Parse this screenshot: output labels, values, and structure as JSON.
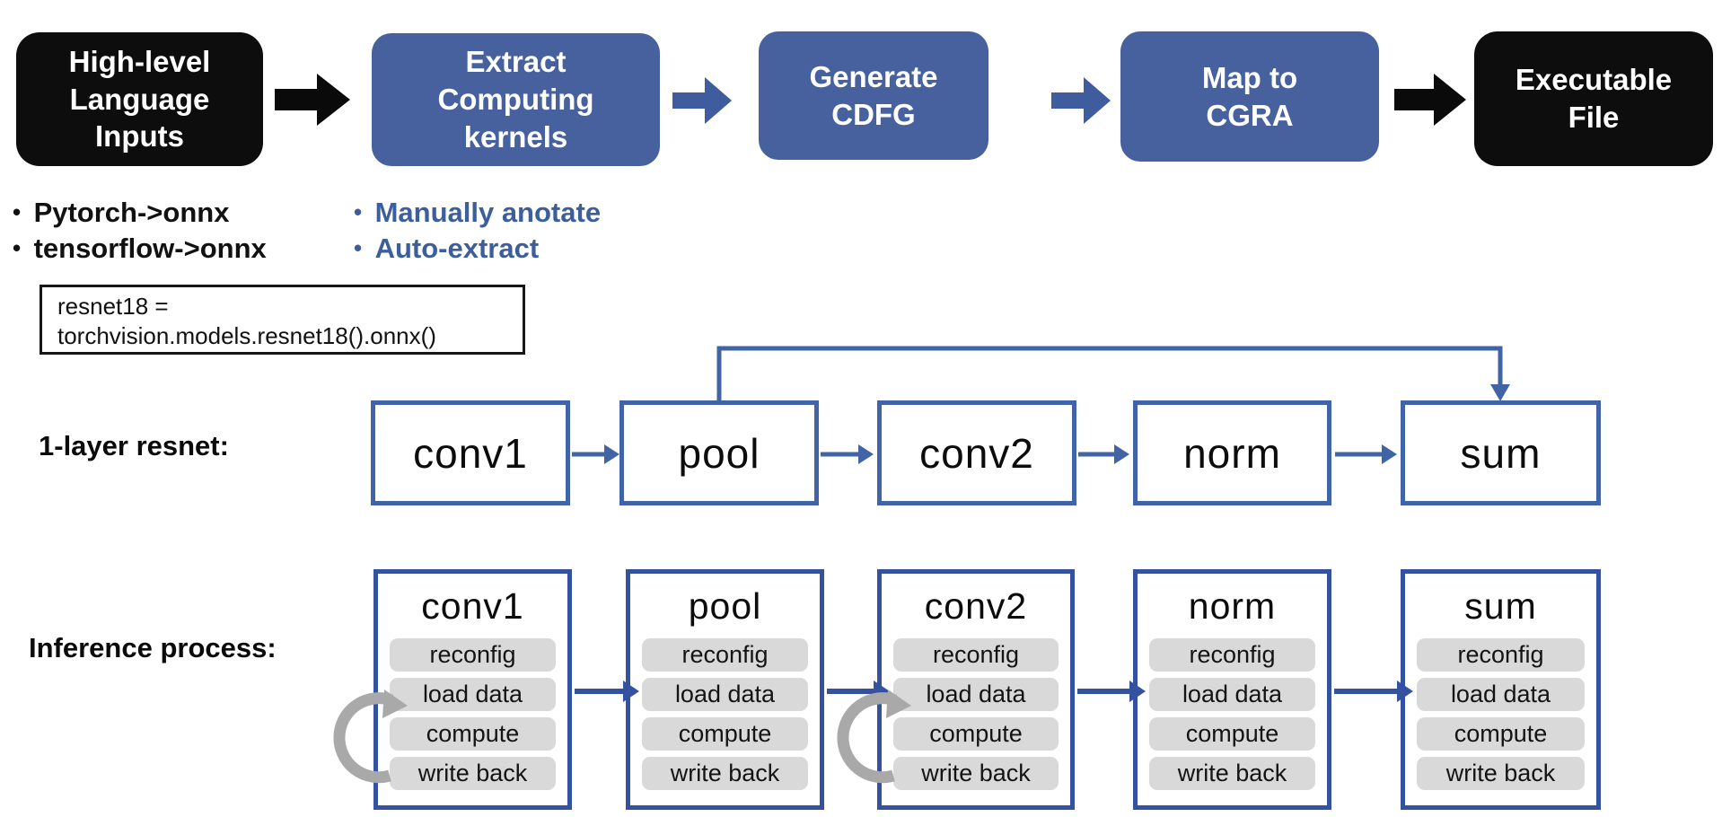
{
  "title": "CGRA compilation flow diagram",
  "colors": {
    "box-black": "#0d0d0d",
    "box-blue": "#47619e",
    "arrow-blue": "#3e5c9e",
    "line-blue": "#4164a6",
    "border-blue": "#3552a0",
    "pill-gray": "#d9d9d9",
    "loop-gray": "#a9a9a9",
    "bullet-blue": "#3c5f9b",
    "text-black": "#111111"
  },
  "pipeline": {
    "steps": [
      {
        "label": "High-level\nLanguage\nInputs",
        "variant": "black"
      },
      {
        "label": "Extract\nComputing\nkernels",
        "variant": "blue"
      },
      {
        "label": "Generate\nCDFG",
        "variant": "blue"
      },
      {
        "label": "Map to\nCGRA",
        "variant": "blue"
      },
      {
        "label": "Executable\nFile",
        "variant": "black"
      }
    ]
  },
  "notes": {
    "inputs": {
      "items": [
        "Pytorch->onnx",
        "tensorflow->onnx"
      ]
    },
    "kernels": {
      "items": [
        "Manually anotate",
        "Auto-extract"
      ]
    }
  },
  "code_box": {
    "lines": [
      "resnet18 =",
      "torchvision.models.resnet18().onnx()"
    ]
  },
  "resnet_row": {
    "label": "1-layer resnet:",
    "nodes": [
      "conv1",
      "pool",
      "conv2",
      "norm",
      "sum"
    ]
  },
  "inference_row": {
    "label": "Inference process:",
    "stages": [
      "reconfig",
      "load data",
      "compute",
      "write back"
    ],
    "nodes": [
      {
        "title": "conv1",
        "loop": true
      },
      {
        "title": "pool",
        "loop": false
      },
      {
        "title": "conv2",
        "loop": true
      },
      {
        "title": "norm",
        "loop": false
      },
      {
        "title": "sum",
        "loop": false
      }
    ]
  }
}
